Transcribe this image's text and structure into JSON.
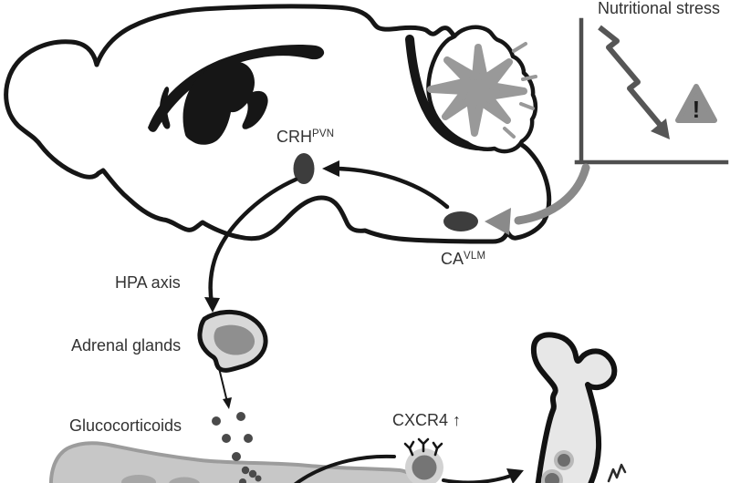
{
  "diagram": {
    "background": "#ffffff",
    "stress_chart": {
      "title": "Nutritional stress",
      "type": "schematic-inset",
      "trend": "sharp decline shown as jagged zigzag arrow pointing down-right",
      "warning_mark": "!"
    },
    "labels": {
      "crh": {
        "base": "CRH",
        "sup": "PVN"
      },
      "ca": {
        "base": "CA",
        "sup": "VLM"
      },
      "hpa_axis": "HPA axis",
      "adrenal_glands": "Adrenal glands",
      "glucocorticoids": "Glucocorticoids",
      "cxcr4": "CXCR4 ↑"
    },
    "icons": {
      "warning_triangle": "triangle with exclamation mark",
      "decline_arrow": "zigzag down arrow",
      "receptor": "Y-shaped surface receptors"
    },
    "colors": {
      "ink": "#161616",
      "nucleus_fill": "#3d3d3d",
      "gray_accent": "#8a8a8a",
      "chart_axis": "#4f4f4f",
      "arbor_gray": "#999999",
      "adrenal_fill": "#d8d8d8",
      "adrenal_core": "#8f8f8f",
      "vessel_fill": "#c7c7c7",
      "vessel_border": "#9c9c9c",
      "bone_fill": "#e7e7e7",
      "cell_fill": "#d2d2d2",
      "cell_nucleus": "#757575",
      "dot": "#4a4a4a",
      "text": "#323232"
    }
  }
}
